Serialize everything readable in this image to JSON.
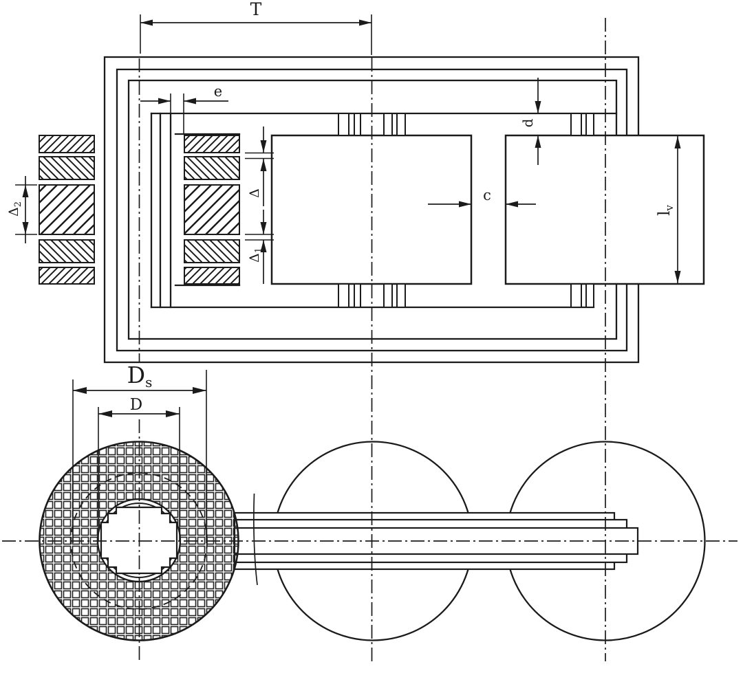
{
  "labels": {
    "T": "T",
    "e": "e",
    "c": "c",
    "d": "d",
    "D": "D",
    "Ds": {
      "base": "D",
      "sub": "s"
    },
    "lv": {
      "base": "l",
      "sub": "v"
    },
    "delta": "Δ",
    "delta1": {
      "base": "Δ",
      "sub": "1"
    },
    "delta2": {
      "base": "Δ",
      "sub": "2"
    }
  },
  "colors": {
    "line": "#1b1b1b",
    "background": "#ffffff"
  }
}
